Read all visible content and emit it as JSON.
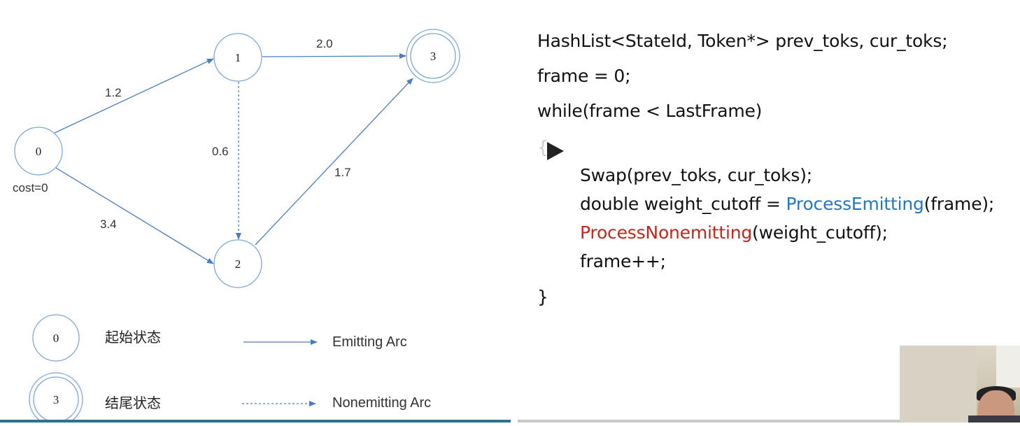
{
  "diagram": {
    "nodes": [
      {
        "id": "0",
        "label": "0",
        "kind": "start"
      },
      {
        "id": "1",
        "label": "1",
        "kind": "normal"
      },
      {
        "id": "2",
        "label": "2",
        "kind": "normal"
      },
      {
        "id": "3",
        "label": "3",
        "kind": "final"
      }
    ],
    "start_annotation": "cost=0",
    "arcs": [
      {
        "from": "0",
        "to": "1",
        "weight": "1.2",
        "type": "emitting"
      },
      {
        "from": "0",
        "to": "2",
        "weight": "3.4",
        "type": "emitting"
      },
      {
        "from": "1",
        "to": "3",
        "weight": "2.0",
        "type": "emitting"
      },
      {
        "from": "1",
        "to": "2",
        "weight": "0.6",
        "type": "nonemitting"
      },
      {
        "from": "2",
        "to": "3",
        "weight": "1.7",
        "type": "emitting"
      }
    ],
    "colors": {
      "arc": "#4a7ec2",
      "node": "#7fa6d6"
    }
  },
  "legend": {
    "start_node_label": "0",
    "start_text": "起始状态",
    "final_node_label": "3",
    "final_text": "结尾状态",
    "emitting_text": "Emitting Arc",
    "nonemitting_text": "Nonemitting Arc"
  },
  "code": {
    "line1": "HashList<StateId, Token*> prev_toks, cur_toks;",
    "line2": "frame = 0;",
    "line3": "while(frame < LastFrame)",
    "open_brace": "{",
    "line4": "Swap(prev_toks, cur_toks);",
    "line5_pre": "double weight_cutoff = ",
    "line5_fn": "ProcessEmitting",
    "line5_post": "(frame);",
    "line6_fn": "ProcessNonemitting",
    "line6_post": "(weight_cutoff);",
    "line7": "frame++;",
    "close_brace": "}"
  },
  "player": {
    "icon": "play-icon"
  }
}
